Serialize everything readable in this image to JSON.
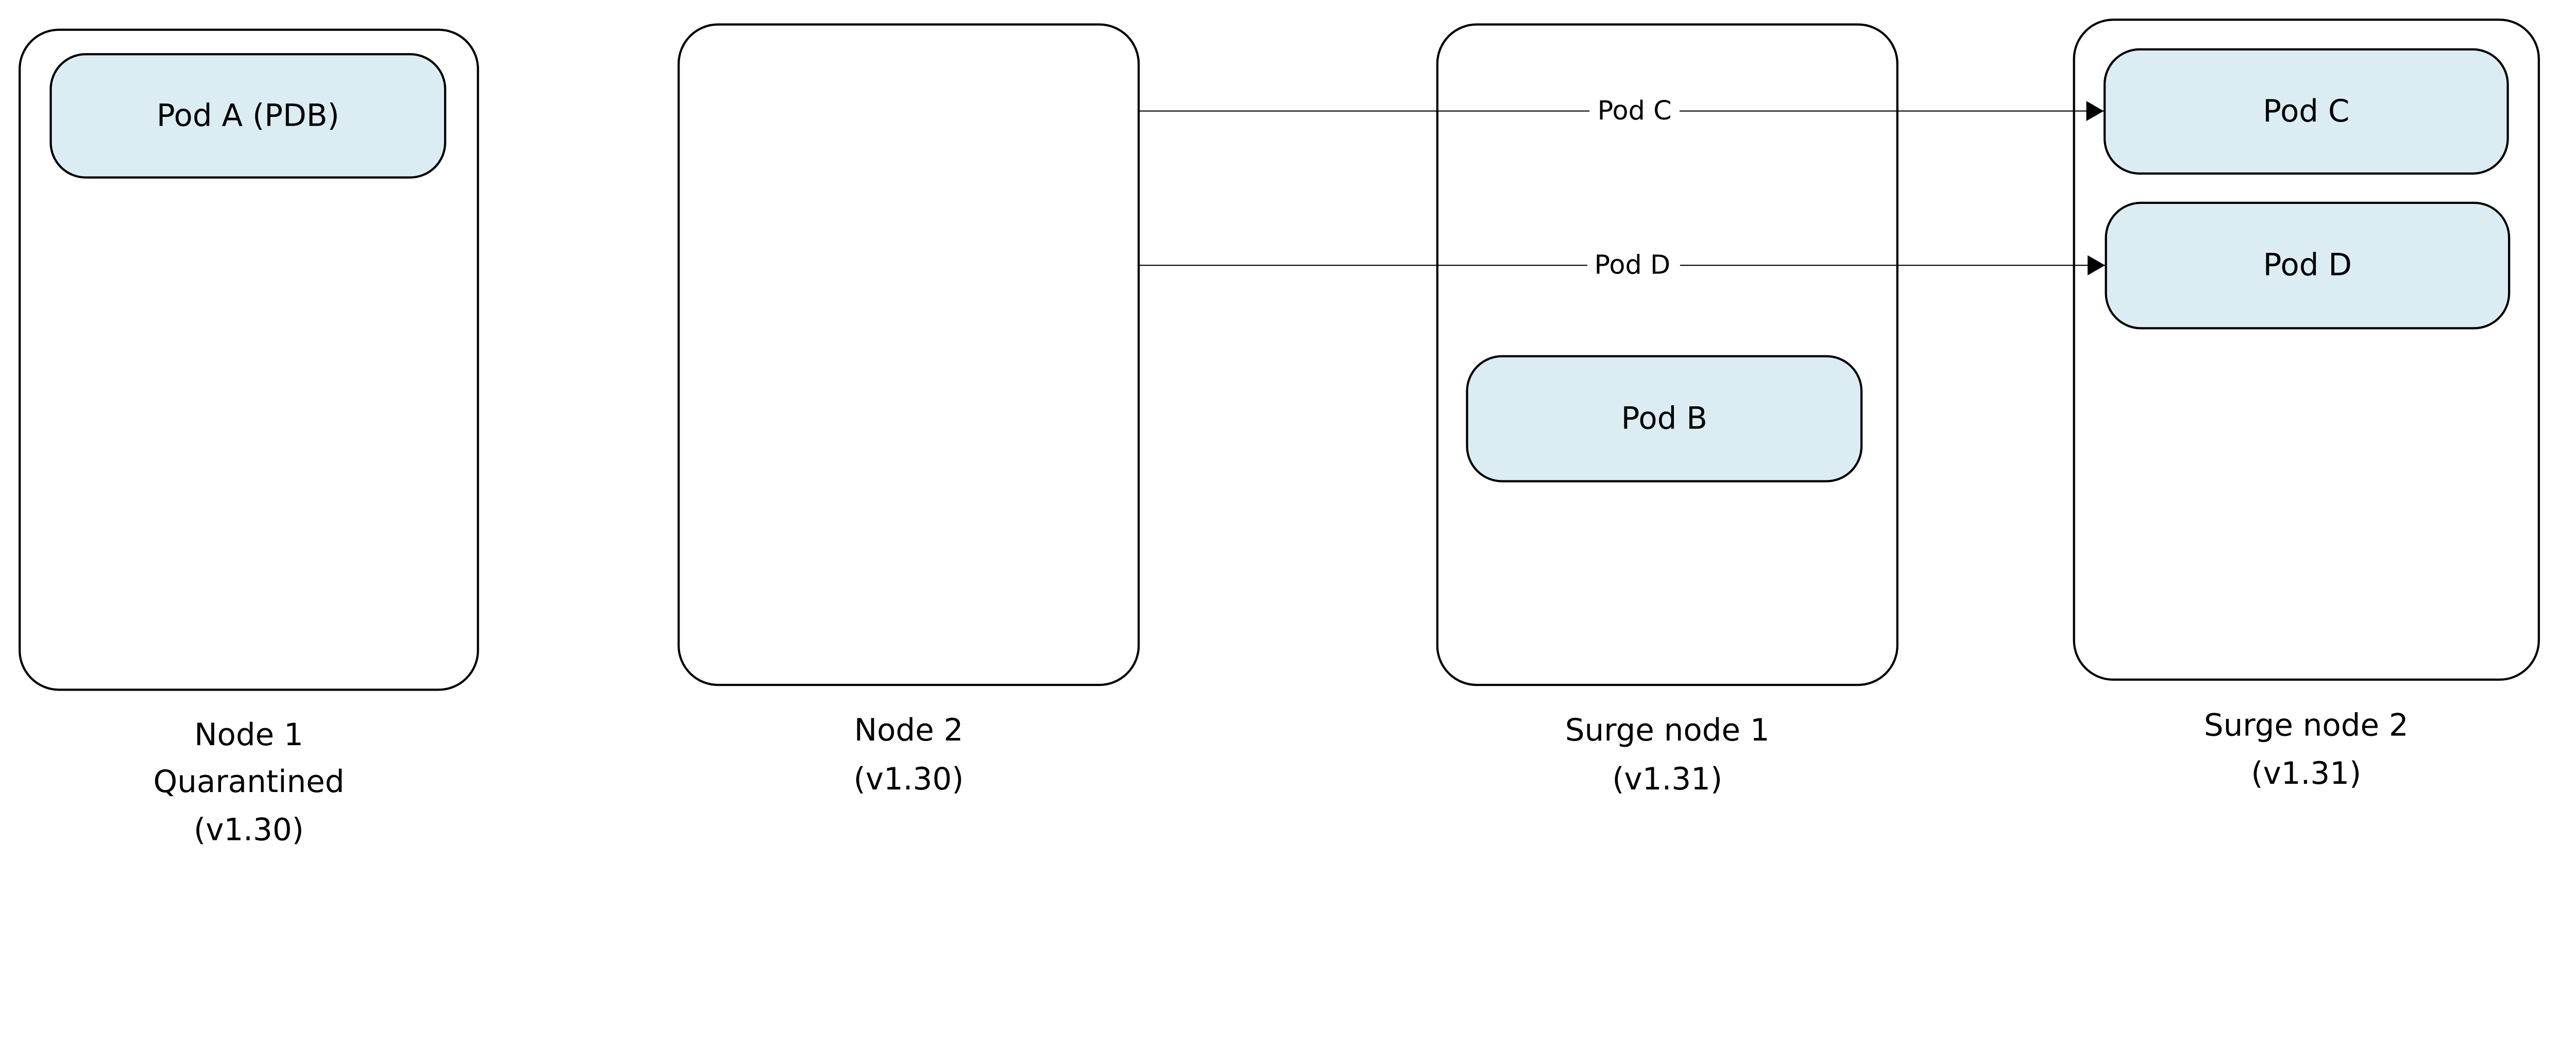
{
  "colors": {
    "pod_fill": "#DBEDF3",
    "stroke": "#000000",
    "background": "#FFFFFF"
  },
  "nodes": [
    {
      "lines": [
        "Node 1",
        "Quarantined",
        "(v1.30)"
      ]
    },
    {
      "lines": [
        "Node 2",
        "(v1.30)"
      ]
    },
    {
      "lines": [
        "Surge node 1",
        "(v1.31)"
      ]
    },
    {
      "lines": [
        "Surge node 2",
        "(v1.31)"
      ]
    }
  ],
  "pods": {
    "a": "Pod A (PDB)",
    "b": "Pod B",
    "c": "Pod C",
    "d": "Pod D"
  },
  "arrows": [
    {
      "label": "Pod C",
      "from": "Node 2",
      "to": "Pod C"
    },
    {
      "label": "Pod D",
      "from": "Node 2",
      "to": "Pod D"
    }
  ]
}
